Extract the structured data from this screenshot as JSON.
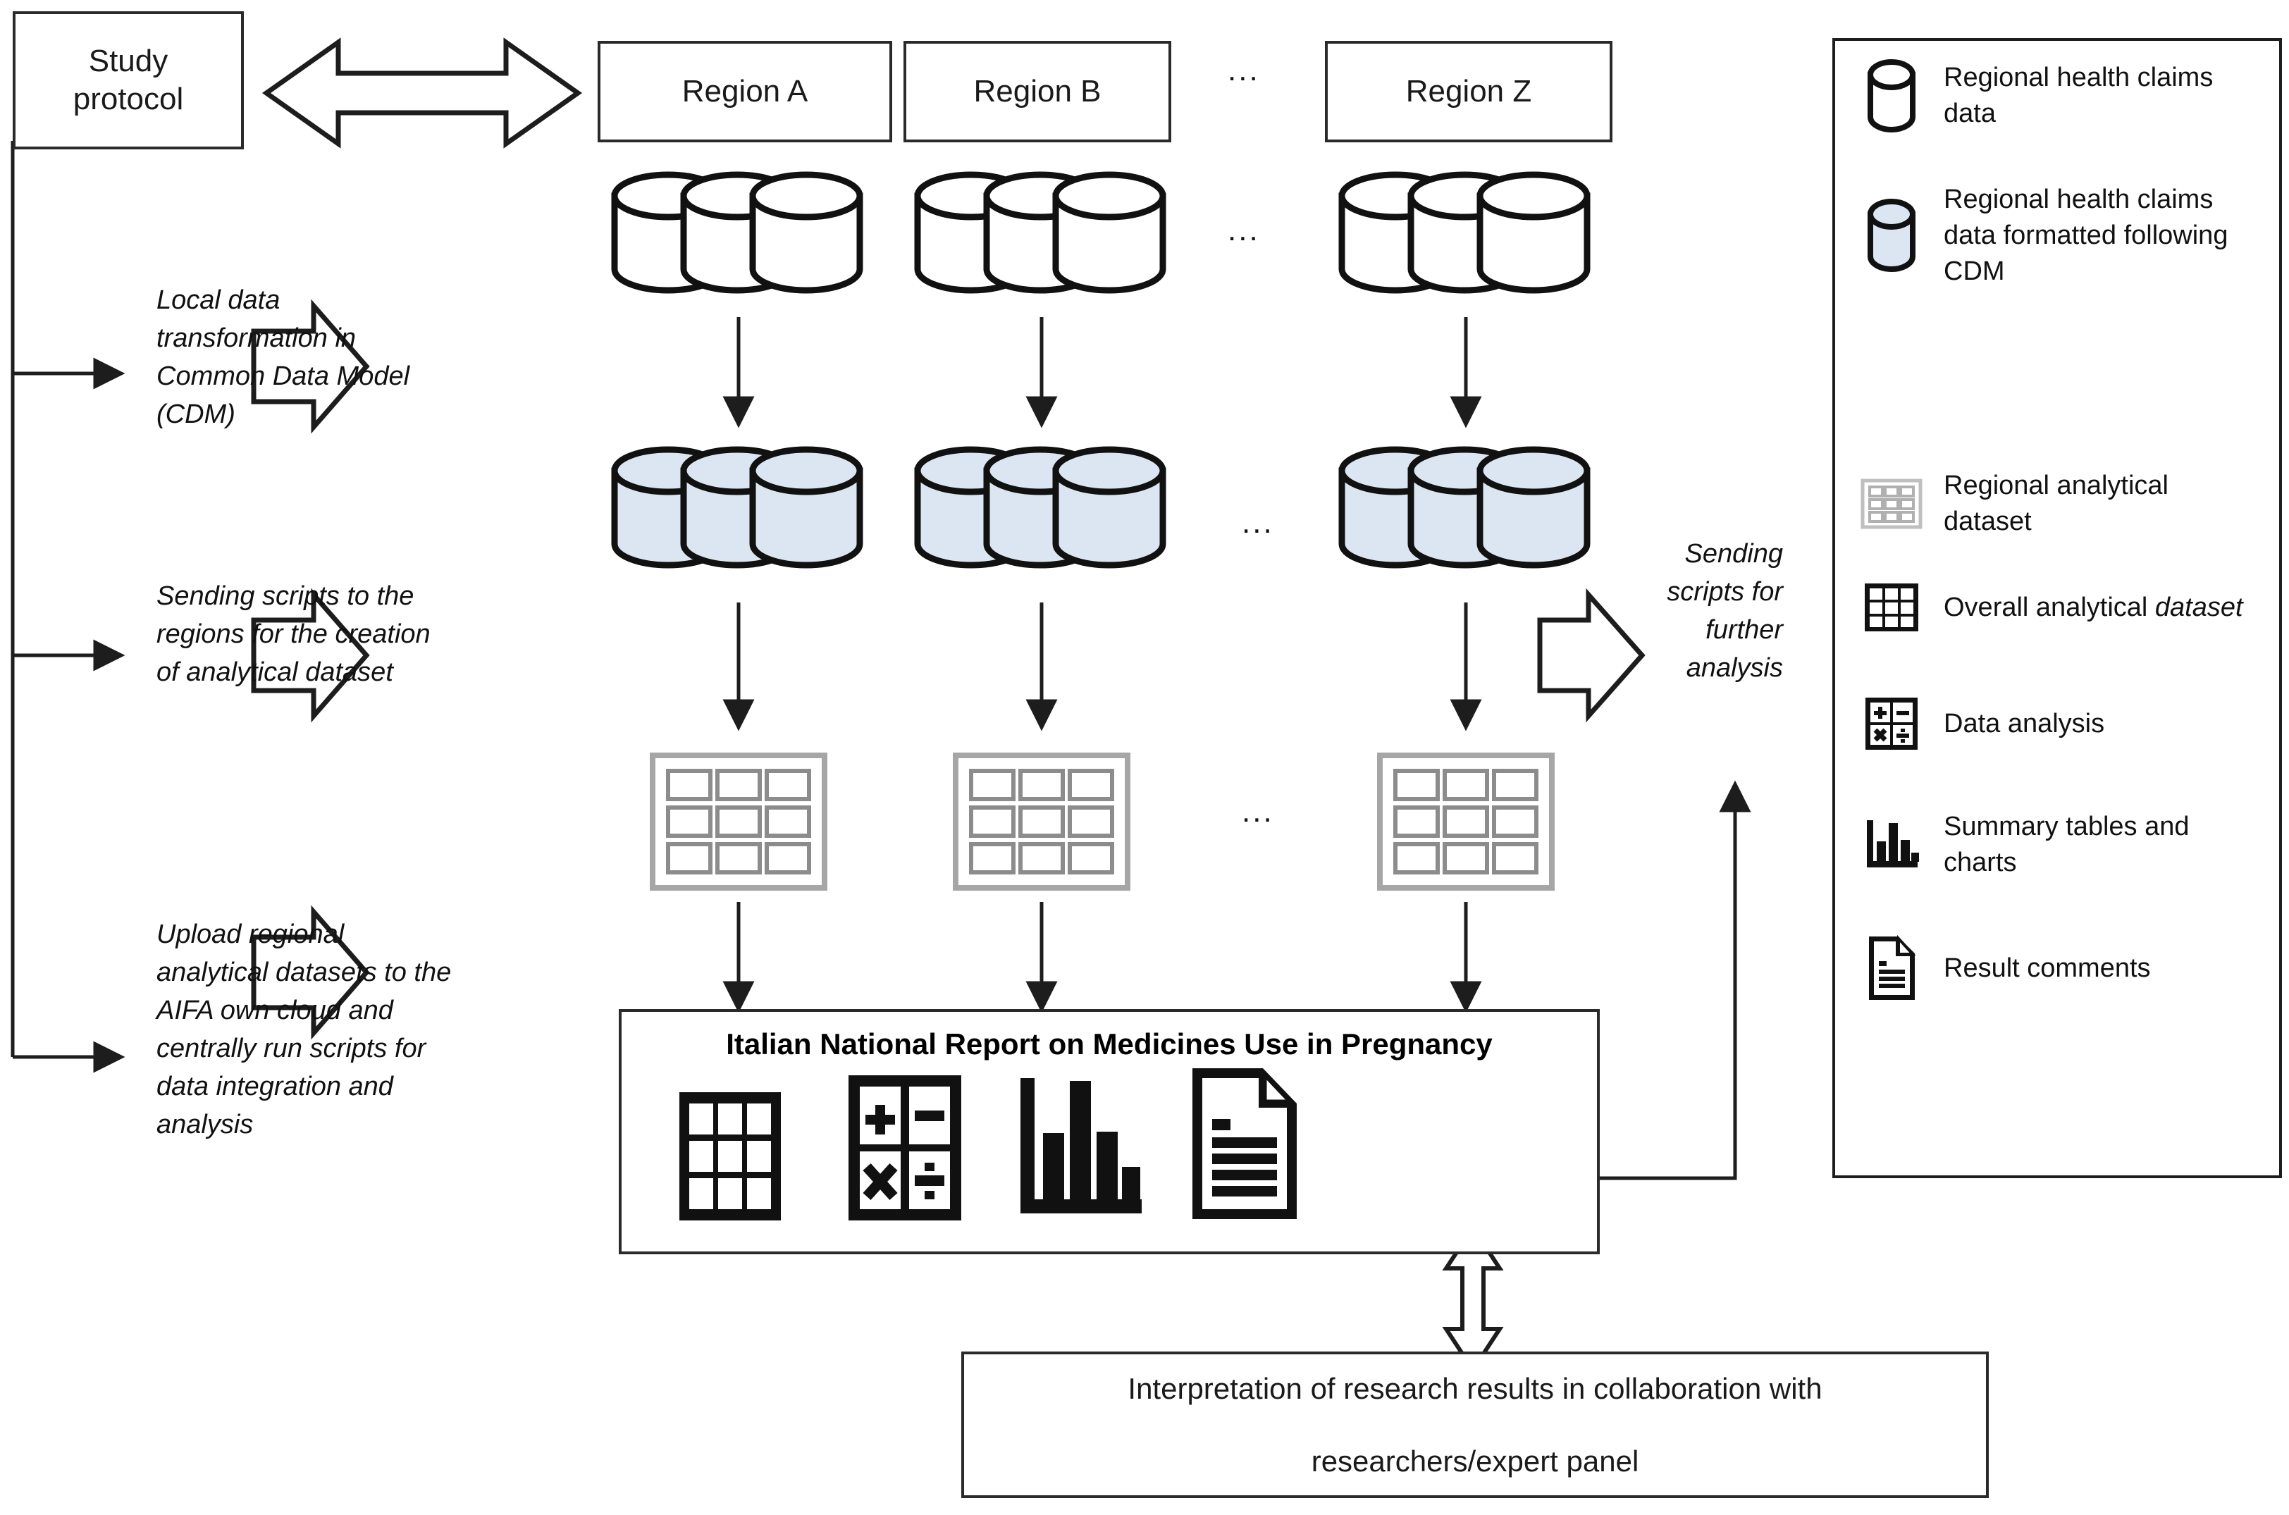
{
  "diagram": {
    "title": "Italian distributed network data workflow for medicines use in pregnancy",
    "study_protocol": "Study\nprotocol",
    "study_protocol_label": "Study protocol",
    "regions": [
      {
        "label": "Region A"
      },
      {
        "label": "Region B"
      },
      {
        "label": "Region Z"
      }
    ],
    "ellipsis": "...",
    "steps": [
      {
        "id": "step-1",
        "text": "Local data transformation in Common Data Model (CDM)"
      },
      {
        "id": "step-2",
        "text": "Sending scripts to the regions for the creation of analytical dataset"
      },
      {
        "id": "step-3",
        "text": "Upload regional analytical datasets to the AIFA own cloud and centrally run scripts for data integration and analysis"
      }
    ],
    "feedback_note": "Sending scripts for further analysis",
    "report": {
      "title": "Italian National Report on Medicines Use in Pregnancy",
      "icons": [
        "overall-analytical-dataset-icon",
        "data-analysis-icon",
        "summary-charts-icon",
        "result-comments-icon"
      ]
    },
    "interpretation": "Interpretation of research results in collaboration with researchers/expert panel",
    "interpretation_line1": "Interpretation of research results in collaboration with",
    "interpretation_line2": "researchers/expert panel"
  },
  "legend": {
    "items": [
      {
        "icon": "database-cylinder-icon",
        "label": "Regional health claims data"
      },
      {
        "icon": "database-cylinder-blue-icon",
        "label": "Regional health claims data formatted following CDM"
      },
      {
        "icon": "regional-analytical-dataset-icon",
        "label": "Regional analytical dataset"
      },
      {
        "icon": "overall-analytical-dataset-icon",
        "label_plain": "Overall analytical ",
        "label_italic": "dataset"
      },
      {
        "icon": "data-analysis-icon",
        "label": "Data analysis"
      },
      {
        "icon": "summary-charts-icon",
        "label": "Summary tables and charts"
      },
      {
        "icon": "result-comments-icon",
        "label": "Result comments"
      }
    ]
  },
  "colors": {
    "stroke": "#1d1d1d",
    "cdm_fill": "#dce6f2",
    "grey_table": "#a6a6a6",
    "background": "#ffffff"
  }
}
